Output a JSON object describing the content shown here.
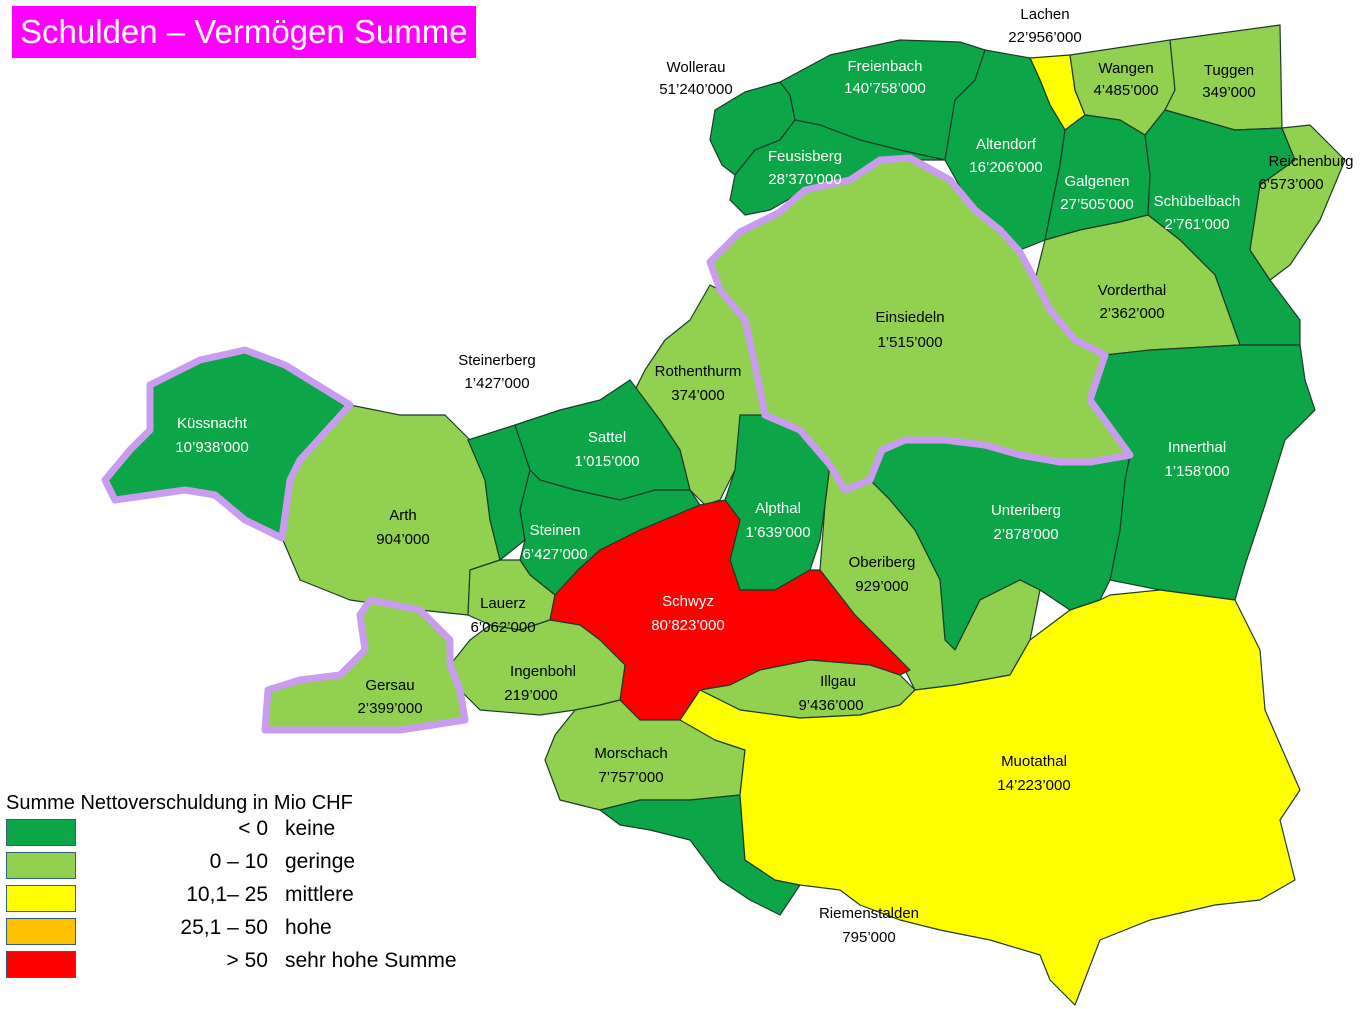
{
  "title": "Schulden – Vermögen Summe",
  "colors": {
    "keine": "#0ca548",
    "geringe": "#92d050",
    "mittlere": "#ffff00",
    "hohe": "#ffc000",
    "sehr_hohe": "#ff0000",
    "outline": "#c99cf0",
    "title_bg": "#ff00ff"
  },
  "legend": {
    "title": "Summe Nettoverschuldung in Mio CHF",
    "items": [
      {
        "range": "< 0",
        "label": "keine",
        "color": "#0ca548"
      },
      {
        "range": "0 – 10",
        "label": "geringe",
        "color": "#92d050"
      },
      {
        "range": "10,1– 25",
        "label": "mittlere",
        "color": "#ffff00"
      },
      {
        "range": "25,1 – 50",
        "label": "hohe",
        "color": "#ffc000"
      },
      {
        "range": "> 50",
        "label": "sehr hohe Summe",
        "color": "#ff0000"
      }
    ]
  },
  "municipalities": {
    "lachen": {
      "name": "Lachen",
      "value": "22’956’000",
      "category": "mittlere"
    },
    "wollerau": {
      "name": "Wollerau",
      "value": "51’240’000",
      "category": "keine"
    },
    "freienbach": {
      "name": "Freienbach",
      "value": "140’758’000",
      "category": "keine"
    },
    "wangen": {
      "name": "Wangen",
      "value": "4’485’000",
      "category": "geringe"
    },
    "tuggen": {
      "name": "Tuggen",
      "value": "349’000",
      "category": "geringe"
    },
    "feusisberg": {
      "name": "Feusisberg",
      "value": "28’370’000",
      "category": "keine"
    },
    "altendorf": {
      "name": "Altendorf",
      "value": "16’206’000",
      "category": "keine"
    },
    "galgenen": {
      "name": "Galgenen",
      "value": "27’505’000",
      "category": "keine"
    },
    "schuebelbach": {
      "name": "Schübelbach",
      "value": "2’761’000",
      "category": "keine"
    },
    "reichenburg": {
      "name": "Reichenburg",
      "value": "6’573’000",
      "category": "geringe"
    },
    "vorderthal": {
      "name": "Vorderthal",
      "value": "2’362’000",
      "category": "geringe"
    },
    "einsiedeln": {
      "name": "Einsiedeln",
      "value": "1’515’000",
      "category": "geringe"
    },
    "steinerberg": {
      "name": "Steinerberg",
      "value": "1’427’000",
      "category": "keine"
    },
    "rothenthurm": {
      "name": "Rothenthurm",
      "value": "374’000",
      "category": "geringe"
    },
    "kuessnacht": {
      "name": "Küssnacht",
      "value": "10’938’000",
      "category": "keine"
    },
    "sattel": {
      "name": "Sattel",
      "value": "1’015’000",
      "category": "keine"
    },
    "innerthal": {
      "name": "Innerthal",
      "value": "1’158’000",
      "category": "keine"
    },
    "arth": {
      "name": "Arth",
      "value": "904’000",
      "category": "geringe"
    },
    "alpthal": {
      "name": "Alpthal",
      "value": "1’639’000",
      "category": "keine"
    },
    "unteriberg": {
      "name": "Unteriberg",
      "value": "2’878’000",
      "category": "keine"
    },
    "steinen": {
      "name": "Steinen",
      "value": "6’427’000",
      "category": "keine"
    },
    "oberiberg": {
      "name": "Oberiberg",
      "value": "929’000",
      "category": "geringe"
    },
    "schwyz": {
      "name": "Schwyz",
      "value": "80’823’000",
      "category": "sehr_hohe"
    },
    "lauerz": {
      "name": "Lauerz",
      "value": "6’062’000",
      "category": "geringe"
    },
    "ingenbohl": {
      "name": "Ingenbohl",
      "value": "219’000",
      "category": "geringe"
    },
    "gersau": {
      "name": "Gersau",
      "value": "2’399’000",
      "category": "geringe"
    },
    "illgau": {
      "name": "Illgau",
      "value": "9’436’000",
      "category": "geringe"
    },
    "morschach": {
      "name": "Morschach",
      "value": "7’757’000",
      "category": "geringe"
    },
    "muotathal": {
      "name": "Muotathal",
      "value": "14’223’000",
      "category": "mittlere"
    },
    "riemenstalden": {
      "name": "Riemenstalden",
      "value": "795’000",
      "category": "keine"
    }
  }
}
